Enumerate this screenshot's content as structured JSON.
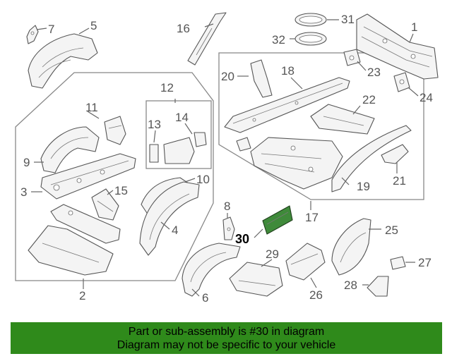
{
  "diagram": {
    "highlight_color": "#3f8a3a",
    "callouts": {
      "c1": "1",
      "c2": "2",
      "c3": "3",
      "c4": "4",
      "c5": "5",
      "c6": "6",
      "c7": "7",
      "c8": "8",
      "c9": "9",
      "c10": "10",
      "c11": "11",
      "c12": "12",
      "c13": "13",
      "c14": "14",
      "c15": "15",
      "c16": "16",
      "c17": "17",
      "c18": "18",
      "c19": "19",
      "c20": "20",
      "c21": "21",
      "c22": "22",
      "c23": "23",
      "c24": "24",
      "c25": "25",
      "c26": "26",
      "c27": "27",
      "c28": "28",
      "c29": "29",
      "c30": "30",
      "c31": "31",
      "c32": "32"
    }
  },
  "banner": {
    "line1": "Part or sub-assembly is #30 in diagram",
    "line2": "Diagram may not be specific to your vehicle",
    "color": "#2f8a1b"
  }
}
